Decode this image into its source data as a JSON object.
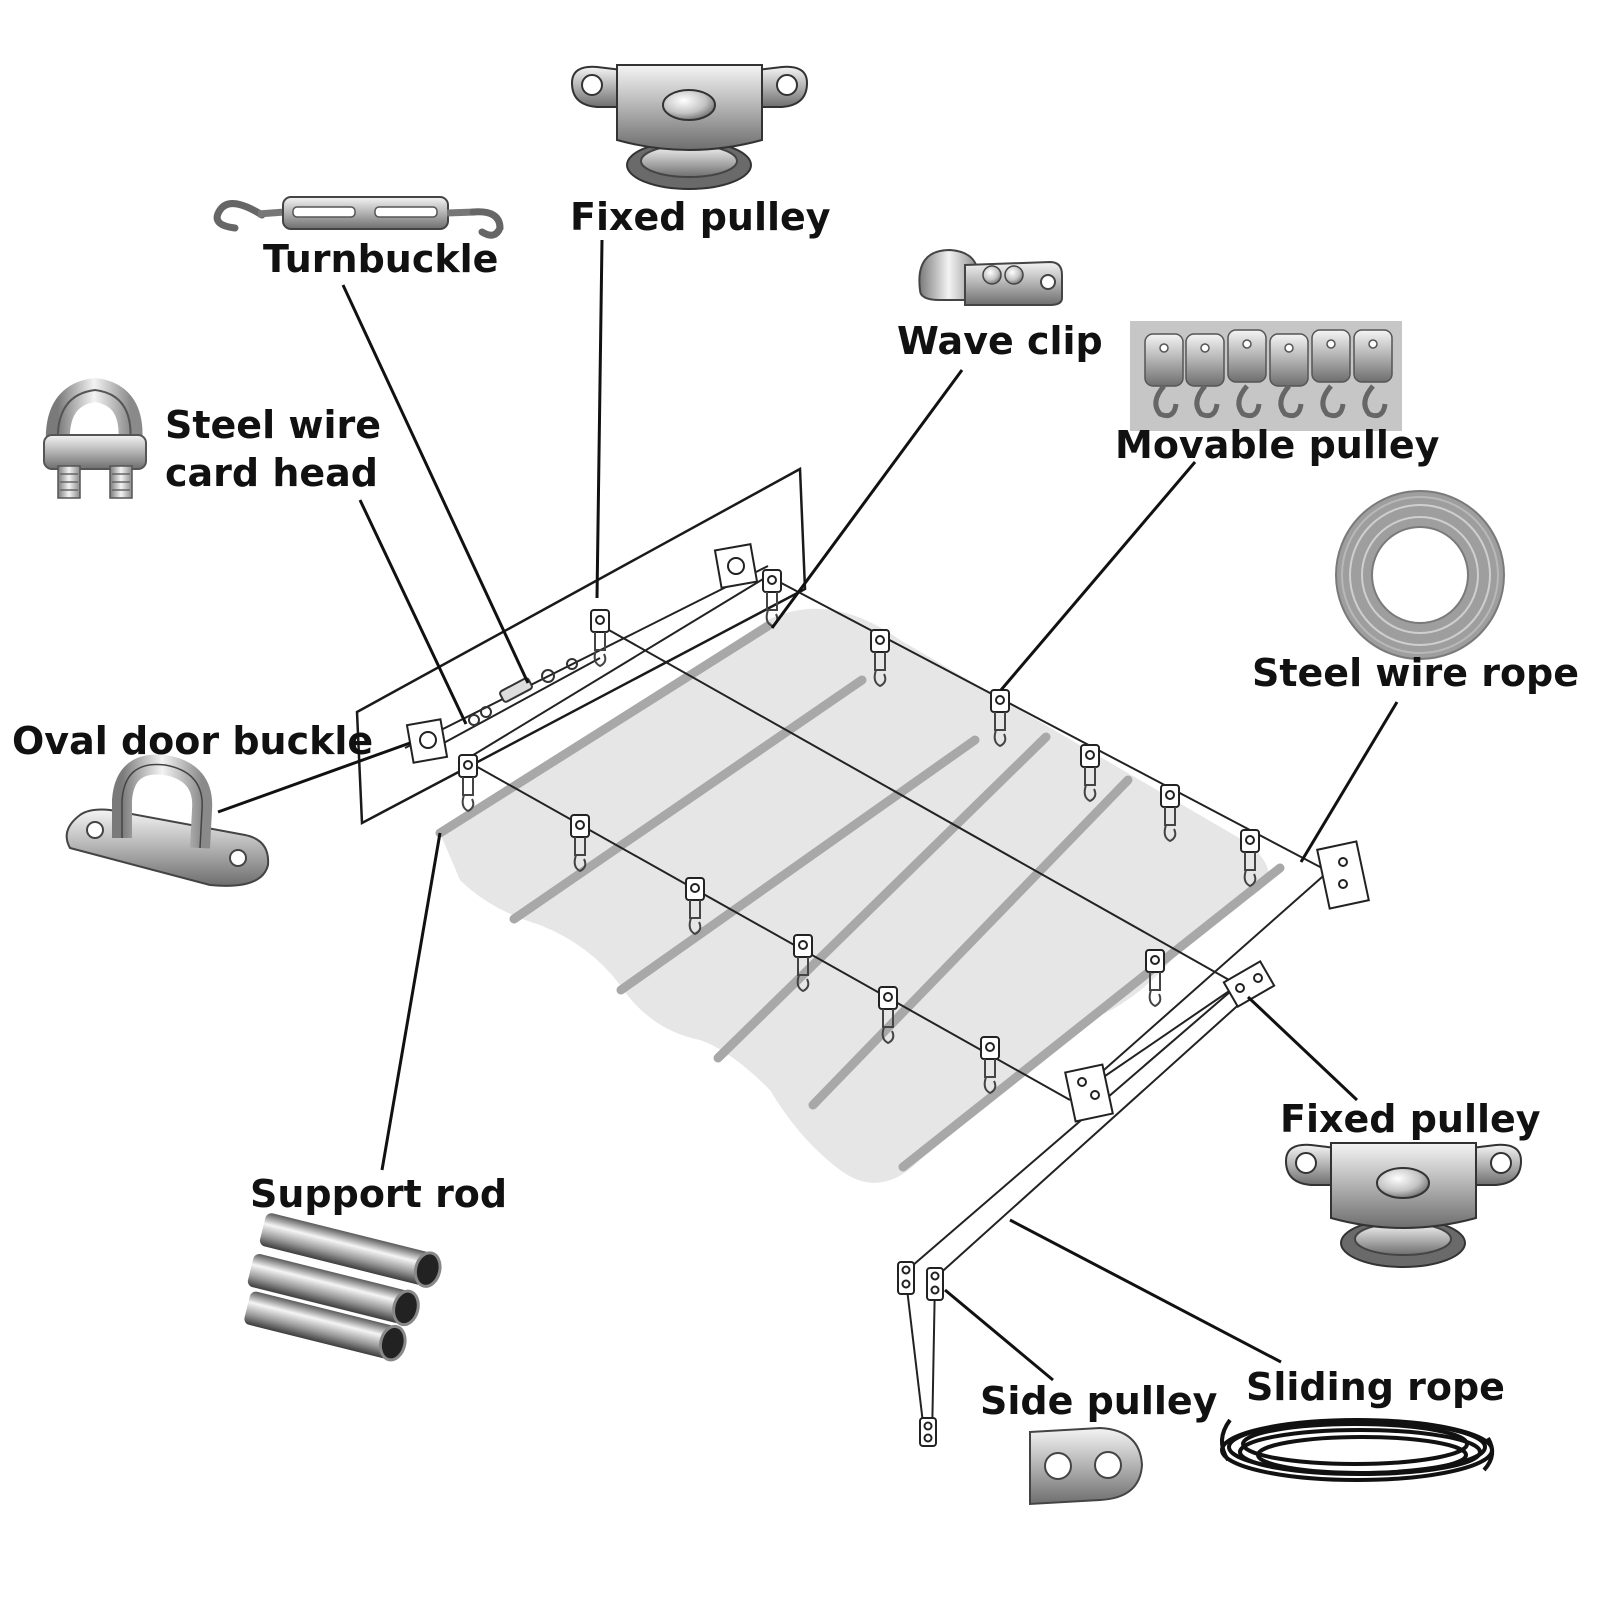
{
  "labels": {
    "fixed_pulley_top": "Fixed pulley",
    "turnbuckle": "Turnbuckle",
    "wave_clip": "Wave clip",
    "movable_pulley": "Movable pulley",
    "steel_wire_card_head_line1": "Steel wire",
    "steel_wire_card_head_line2": "card head",
    "steel_wire_rope": "Steel wire rope",
    "oval_door_buckle": "Oval door buckle",
    "fixed_pulley_bottom": "Fixed pulley",
    "support_rod": "Support rod",
    "side_pulley": "Side pulley",
    "sliding_rope": "Sliding rope"
  },
  "colors": {
    "line": "#111111",
    "canopy": "#e4e4e4",
    "rod": "#a9a9a9",
    "metal_light": "#eeeeee",
    "metal_mid": "#b5b5b5",
    "metal_dark": "#5f5f5f",
    "rope": "#151515"
  }
}
